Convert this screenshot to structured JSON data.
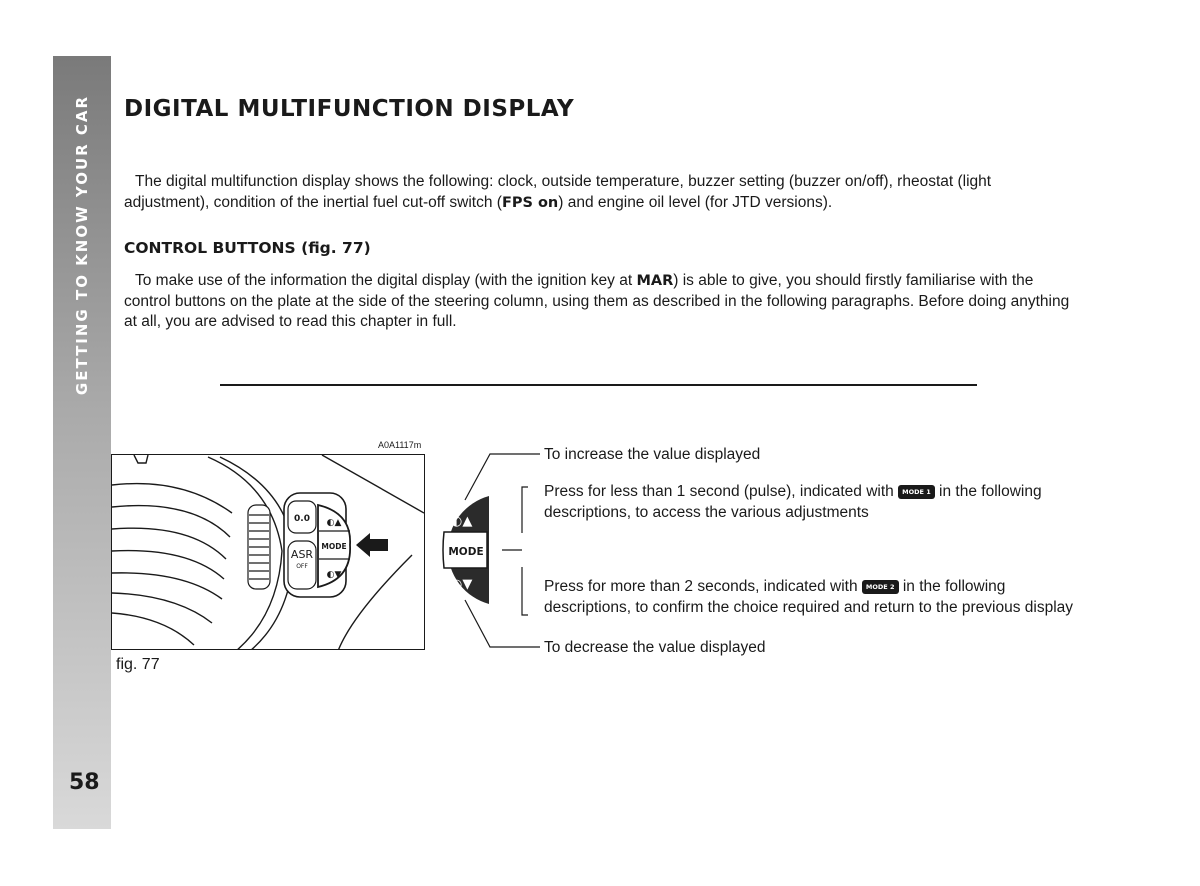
{
  "sidebar": {
    "section_title": "GETTING TO KNOW YOUR CAR",
    "page_number": "58"
  },
  "title": "DIGITAL MULTIFUNCTION DISPLAY",
  "intro": {
    "text_before": "The digital multifunction display shows the following: clock, outside temperature, buzzer setting (buzzer on/off), rheostat (light adjustment), condition of the inertial fuel cut-off switch (",
    "bold": "FPS on",
    "text_after": ") and engine oil level (for JTD versions)."
  },
  "control_buttons": {
    "heading": "CONTROL BUTTONS (",
    "heading_ref": "fig. 77",
    "heading_end": ")",
    "text_before": "To make use of the information the digital display (with the ignition key at ",
    "bold": "MAR",
    "text_after": ") is able to give, you should firstly familiarise with the control buttons on the plate at the side of the steering column, using them as described in the following paragraphs. Before doing anything at all, you are advised to read this chapter in full."
  },
  "figure": {
    "code": "A0A1117m",
    "caption": "fig. 77",
    "labels": {
      "trip": "0.0",
      "asr": "ASR",
      "asr_off": "OFF",
      "mode": "MODE"
    },
    "knob_label": "MODE"
  },
  "callouts": {
    "increase": "To increase the value displayed",
    "press_short_before": "Press for less than 1 second (pulse), indicated with",
    "press_short_badge": "MODE 1",
    "press_short_after": "in the following descriptions, to access the various adjustments",
    "press_long_before": "Press for more than 2 seconds, indicated with",
    "press_long_badge": "MODE 2",
    "press_long_after": "in the following descriptions, to confirm the choice required and return to the previous display",
    "decrease": "To decrease the value displayed"
  }
}
